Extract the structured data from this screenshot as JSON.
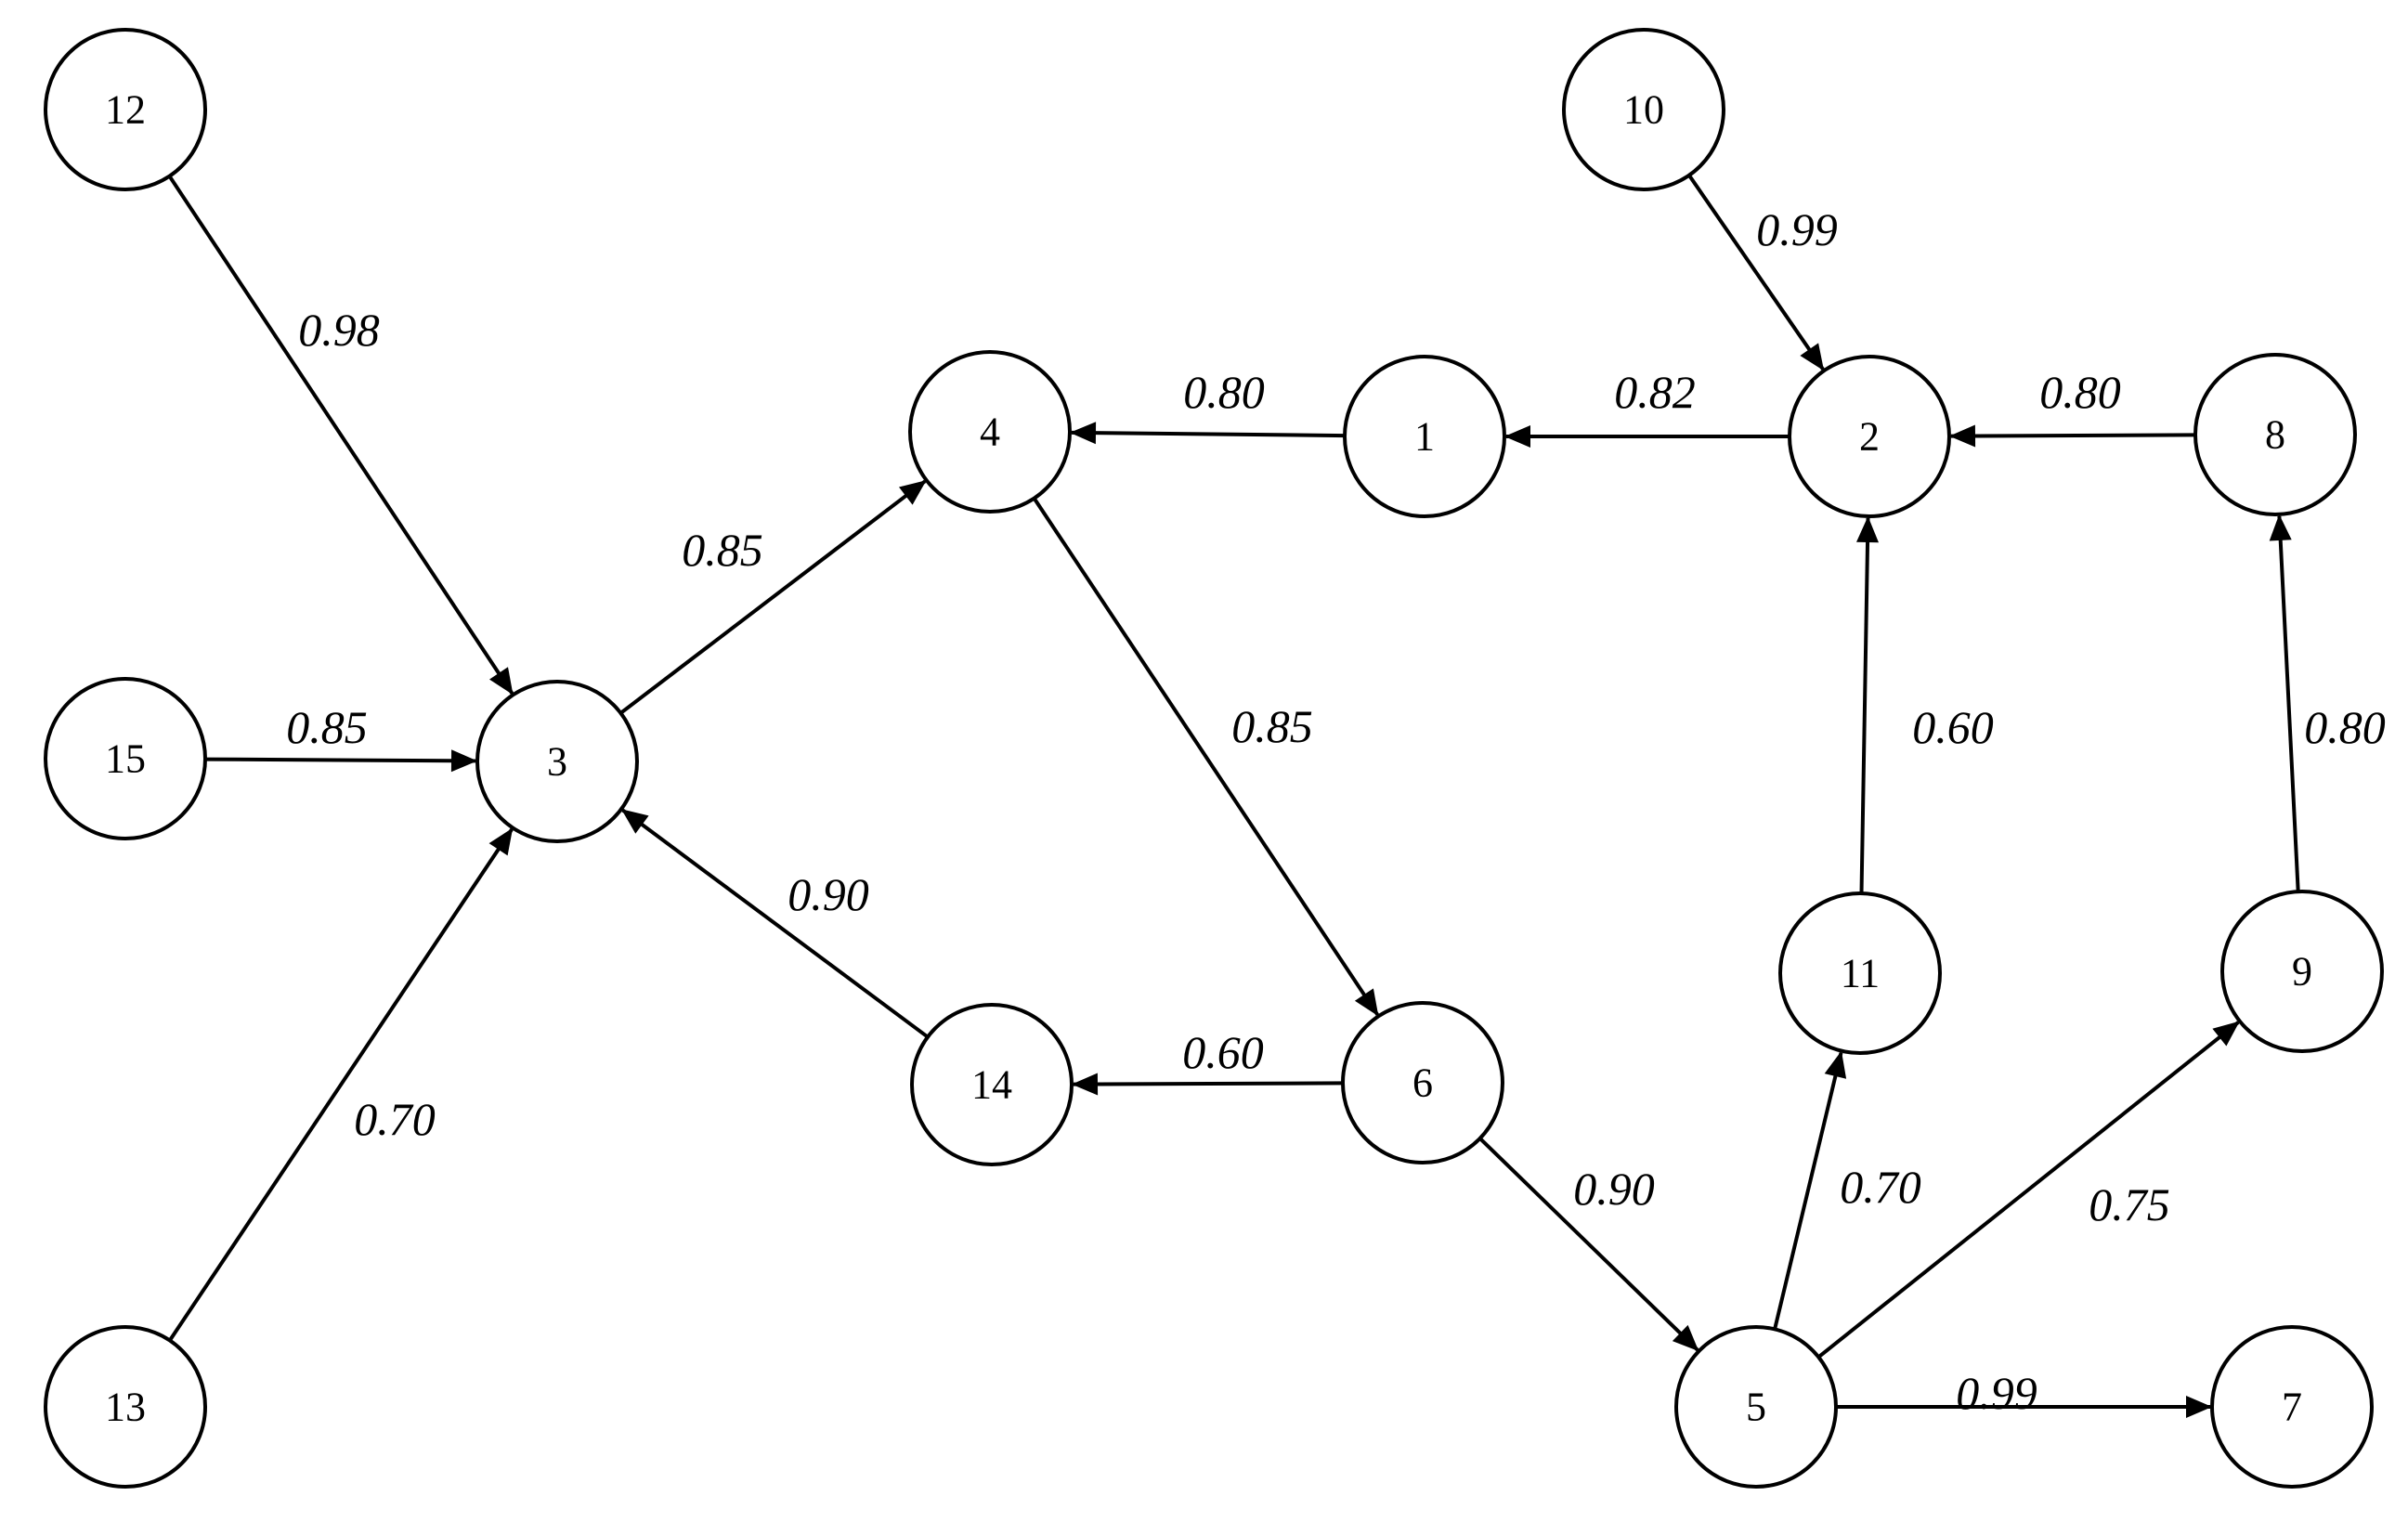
{
  "diagram": {
    "type": "directed-weighted-graph",
    "colors": {
      "stroke": "#000000",
      "node_fill": "#ffffff",
      "text": "#000000"
    },
    "nodes": [
      {
        "id": "1",
        "label": "1"
      },
      {
        "id": "2",
        "label": "2"
      },
      {
        "id": "3",
        "label": "3"
      },
      {
        "id": "4",
        "label": "4"
      },
      {
        "id": "5",
        "label": "5"
      },
      {
        "id": "6",
        "label": "6"
      },
      {
        "id": "7",
        "label": "7"
      },
      {
        "id": "8",
        "label": "8"
      },
      {
        "id": "9",
        "label": "9"
      },
      {
        "id": "10",
        "label": "10"
      },
      {
        "id": "11",
        "label": "11"
      },
      {
        "id": "12",
        "label": "12"
      },
      {
        "id": "13",
        "label": "13"
      },
      {
        "id": "14",
        "label": "14"
      },
      {
        "id": "15",
        "label": "15"
      }
    ],
    "edges": [
      {
        "from": "12",
        "to": "3",
        "weight": "0.98"
      },
      {
        "from": "15",
        "to": "3",
        "weight": "0.85"
      },
      {
        "from": "13",
        "to": "3",
        "weight": "0.70"
      },
      {
        "from": "14",
        "to": "3",
        "weight": "0.90"
      },
      {
        "from": "3",
        "to": "4",
        "weight": "0.85"
      },
      {
        "from": "1",
        "to": "4",
        "weight": "0.80"
      },
      {
        "from": "2",
        "to": "1",
        "weight": "0.82"
      },
      {
        "from": "10",
        "to": "2",
        "weight": "0.99"
      },
      {
        "from": "8",
        "to": "2",
        "weight": "0.80"
      },
      {
        "from": "11",
        "to": "2",
        "weight": "0.60"
      },
      {
        "from": "9",
        "to": "8",
        "weight": "0.80"
      },
      {
        "from": "4",
        "to": "6",
        "weight": "0.85"
      },
      {
        "from": "6",
        "to": "14",
        "weight": "0.60"
      },
      {
        "from": "6",
        "to": "5",
        "weight": "0.90"
      },
      {
        "from": "5",
        "to": "11",
        "weight": "0.70"
      },
      {
        "from": "5",
        "to": "9",
        "weight": "0.75"
      },
      {
        "from": "5",
        "to": "7",
        "weight": "0.99"
      }
    ]
  }
}
